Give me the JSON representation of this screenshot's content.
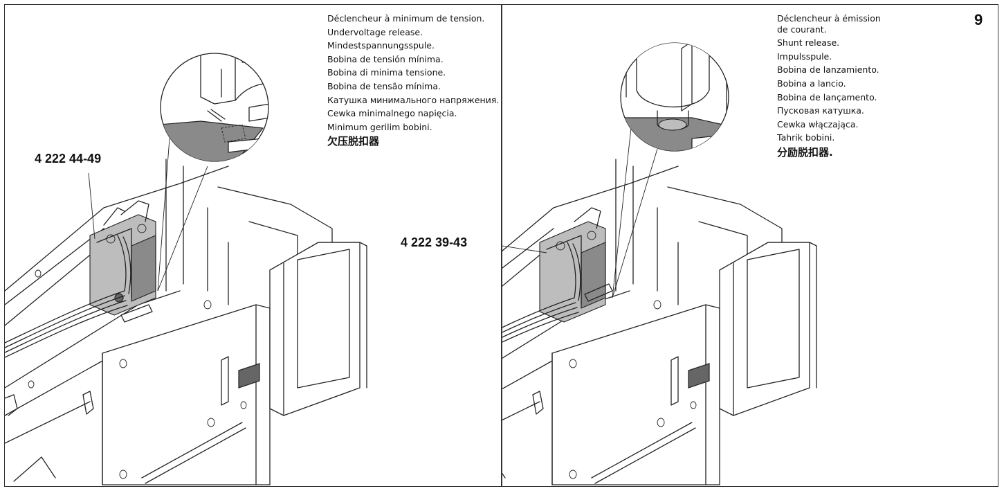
{
  "page_number": "9",
  "left_panel": {
    "part_number": "4 222 44-49",
    "captions": [
      "Déclencheur à minimum de tension.",
      "Undervoltage release.",
      "Mindestspannungsspule.",
      "Bobina de tensión mínima.",
      "Bobina di minima tensione.",
      "Bobina de tensão mínima.",
      "Катушка минимального напряжения.",
      "Cewka minimalnego napięcia.",
      "Minimum gerilim bobini."
    ],
    "caption_cn": "欠压脱扣器"
  },
  "right_panel": {
    "part_number": "4 222 39-43",
    "captions": [
      "Déclencheur à émission",
      "de courant.",
      "Shunt release.",
      "Impulsspule.",
      "Bobina de lanzamiento.",
      "Bobina a lancio.",
      "Bobina de lançamento.",
      "Пусковая катушка.",
      "Cewka włączająca.",
      "Tahrik bobini."
    ],
    "caption_cn": "分励脱扣器."
  }
}
